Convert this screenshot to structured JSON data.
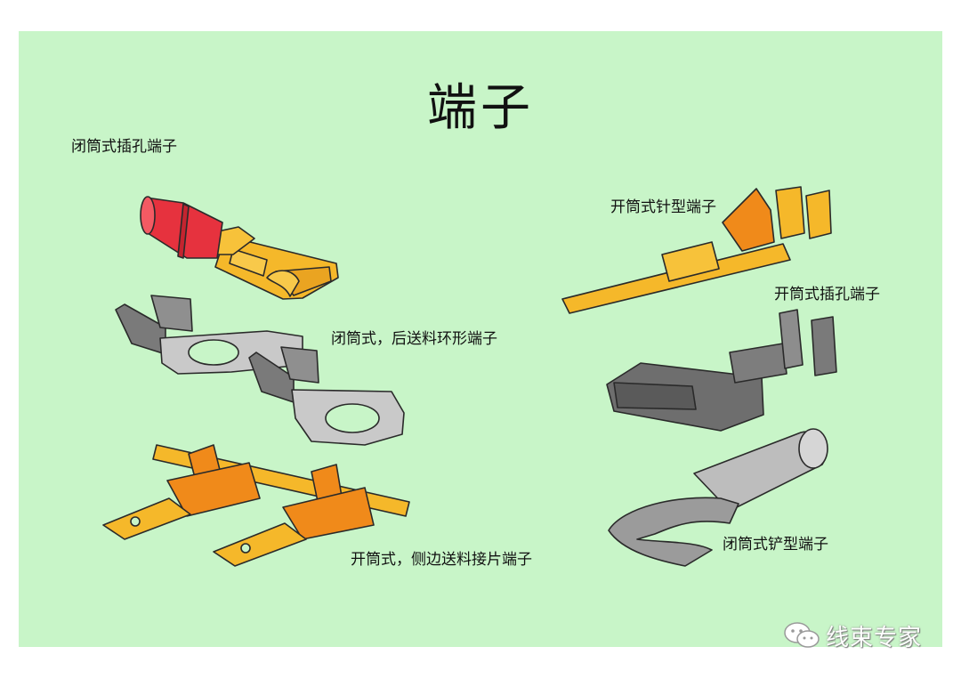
{
  "title": "端子",
  "labels": {
    "closed_barrel_receptacle_left": "闭筒式插孔端子",
    "open_barrel_pin": "开筒式针型端子",
    "closed_barrel_ring_rear_feed": "闭筒式，后送料环形端子",
    "closed_barrel_receptacle_right": "开筒式插孔端子",
    "open_barrel_tab_side_feed": "开筒式，侧边送料接片端子",
    "closed_barrel_spade": "闭筒式铲型端子"
  },
  "watermark": {
    "text": "线束专家",
    "icon": "wechat-icon"
  },
  "colors": {
    "background": "#c8f5c8",
    "yellow": "#f5b82a",
    "orange": "#f08a1a",
    "red": "#e0313c",
    "gray": "#8a8a8a",
    "light_gray": "#bdbdbd"
  }
}
